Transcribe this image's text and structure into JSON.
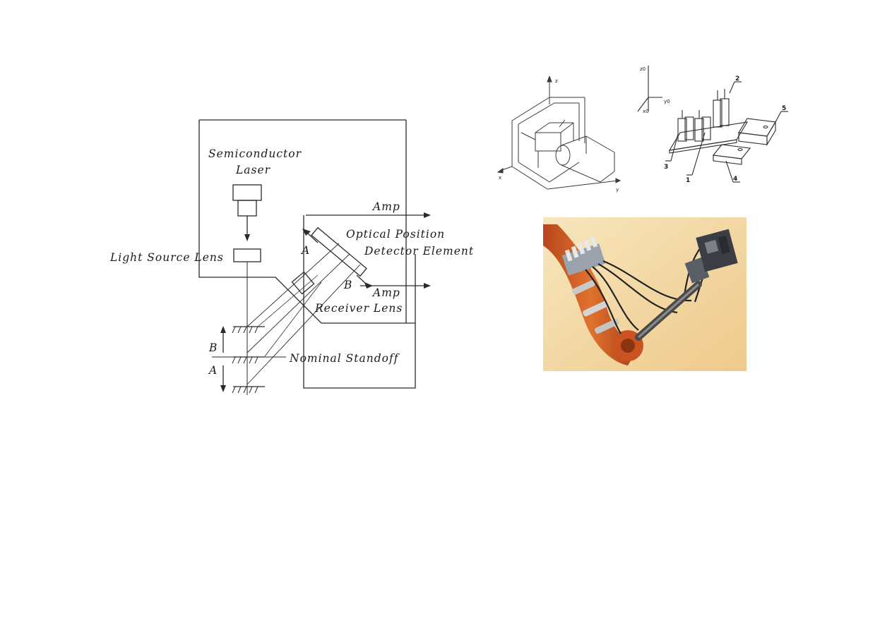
{
  "sensor_diagram": {
    "laser_label_line1": "Semiconductor",
    "laser_label_line2": "Laser",
    "light_source_lens": "Light Source Lens",
    "optical_label_line1": "Optical Position",
    "optical_label_line2": "Detector Element",
    "amp_top": "Amp",
    "amp_bottom": "Amp",
    "receiver_lens": "Receiver Lens",
    "nominal_standoff": "Nominal Standoff",
    "marker_a_upper": "A",
    "marker_b_upper": "B",
    "marker_b_lower": "B",
    "marker_a_lower": "A"
  },
  "axis_diagram": {
    "axis_z": "z",
    "axis_x": "x",
    "axis_y": "y"
  },
  "fixture_diagram": {
    "axis_z0": "z0",
    "axis_y0": "y0",
    "axis_x0": "x0",
    "labels": [
      "1",
      "2",
      "3",
      "4",
      "5"
    ]
  },
  "photo": {
    "subject": "robot-arm-with-sensor-tool"
  },
  "colors": {
    "line": "#2a2a2a",
    "robot_orange": "#d9642a",
    "photo_background": "#f3d9a0"
  }
}
